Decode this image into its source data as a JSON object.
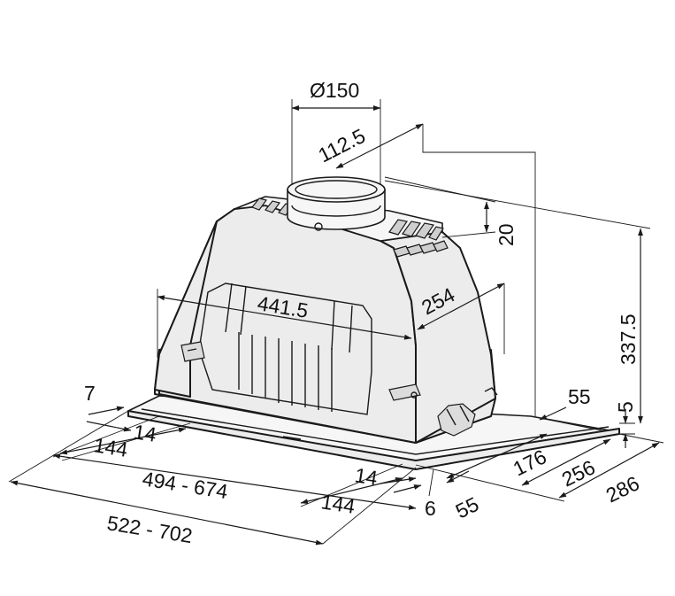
{
  "dimensions": {
    "duct_diameter": "Ø150",
    "duct_offset": "112.5",
    "duct_height": "20",
    "total_height": "337.5",
    "inner_width": "441.5",
    "inner_depth": "254",
    "frame_thickness": "5",
    "rear_offset": "55",
    "front_offset": "55",
    "depth_cutout": "176",
    "depth_body": "256",
    "depth_frame": "286",
    "left_gap": "7",
    "left_side_1": "14",
    "left_side_2": "144",
    "cutout_width": "494 - 674",
    "frame_width": "522 - 702",
    "right_side_1": "14",
    "right_side_2": "144",
    "right_gap": "6"
  },
  "colors": {
    "line": "#1a1a1a",
    "fill": "#ececec"
  }
}
